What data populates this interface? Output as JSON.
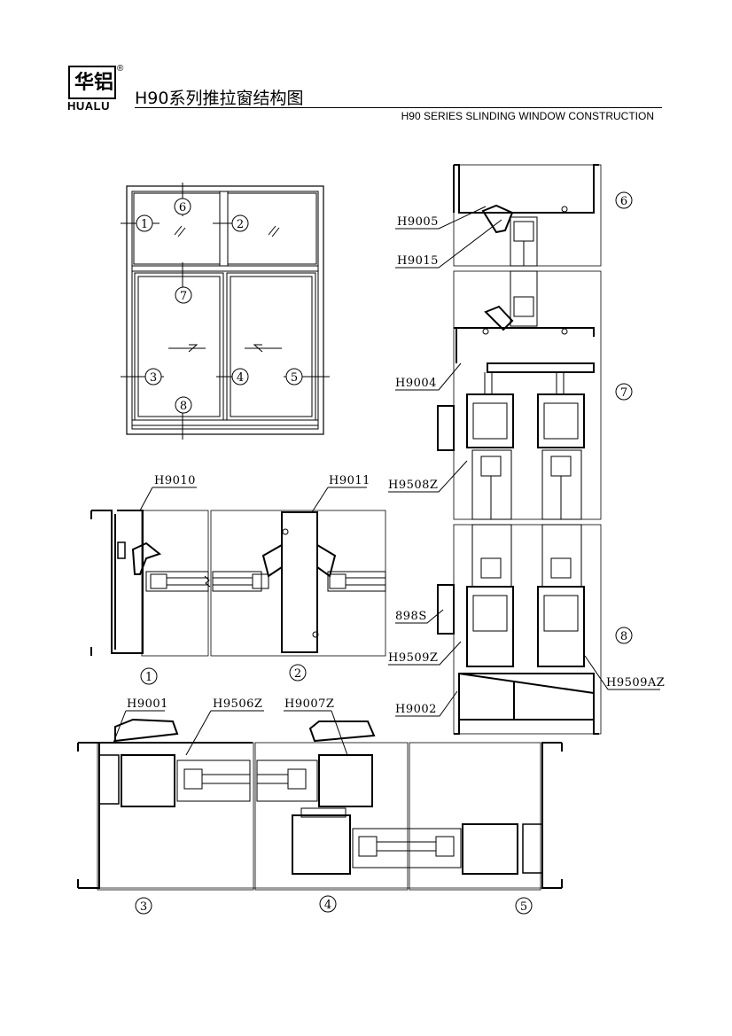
{
  "logo": {
    "chinese": "华铝",
    "english": "HUALU",
    "registered": "®"
  },
  "title": "H90系列推拉窗结构图",
  "subtitle": "H90 SERIES SLINDING WINDOW CONSTRUCTION",
  "profiles": {
    "H9005": "H9005",
    "H9015": "H9015",
    "H9004": "H9004",
    "H9508Z": "H9508Z",
    "S898": "898S",
    "H9509Z": "H9509Z",
    "H9002": "H9002",
    "H9509AZ": "H9509AZ",
    "H9010": "H9010",
    "H9011": "H9011",
    "H9001": "H9001",
    "H9506Z": "H9506Z",
    "H9007Z": "H9007Z"
  },
  "sections": {
    "s1": "1",
    "s2": "2",
    "s3": "3",
    "s4": "4",
    "s5": "5",
    "s6": "6",
    "s7": "7",
    "s8": "8"
  }
}
